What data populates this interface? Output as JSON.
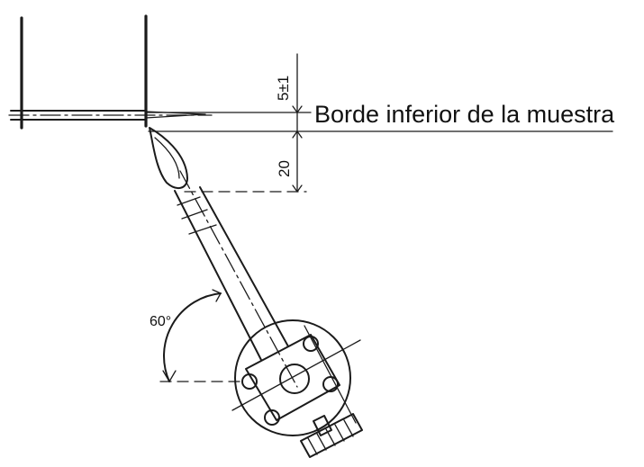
{
  "labels": {
    "sample_edge": "Borde inferior de la muestra",
    "dim_gap": "5±1",
    "dim_flame": "20",
    "angle": "60°"
  },
  "colors": {
    "ink": "#1b1b1b",
    "background": "#ffffff"
  }
}
